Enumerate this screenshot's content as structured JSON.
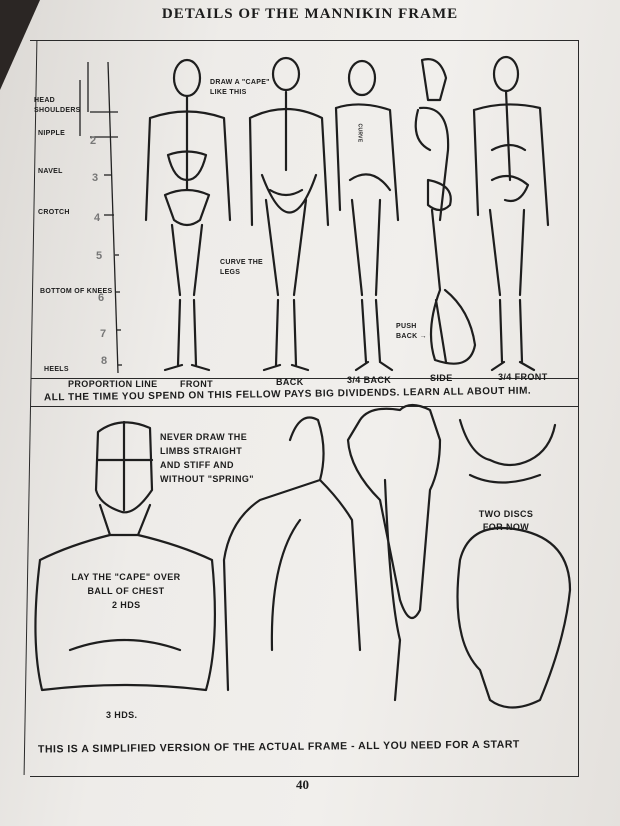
{
  "title": "DETAILS OF THE MANNIKIN FRAME",
  "proportion_labels": [
    "HEAD",
    "SHOULDERS",
    "NIPPLE",
    "NAVEL",
    "CROTCH",
    "BOTTOM OF KNEES",
    "HEELS"
  ],
  "proportion_numbers": [
    "2",
    "3",
    "4",
    "5",
    "6",
    "7",
    "8"
  ],
  "view_labels": [
    "PROPORTION LINE",
    "FRONT",
    "BACK",
    "3/4 BACK",
    "SIDE",
    "3/4 FRONT"
  ],
  "top_notes": {
    "cape": "DRAW A \"CAPE\" LIKE THIS",
    "curve": "CURVE THE LEGS",
    "push": "PUSH BACK →",
    "curve_spine": "CURVE"
  },
  "top_caption": "ALL THE TIME YOU SPEND ON THIS FELLOW PAYS BIG DIVIDENDS. LEARN ALL ABOUT HIM.",
  "bottom_notes": {
    "limbs": "NEVER DRAW THE LIMBS STRAIGHT AND STIFF AND WITHOUT \"SPRING\"",
    "cape": "LAY THE \"CAPE\" OVER BALL OF CHEST",
    "hds2": "2 HDS",
    "hds3": "3 HDS.",
    "discs": "TWO DISCS FOR NOW"
  },
  "bottom_caption": "THIS IS A SIMPLIFIED VERSION OF THE ACTUAL FRAME - ALL YOU NEED FOR A START",
  "page_number": "40"
}
